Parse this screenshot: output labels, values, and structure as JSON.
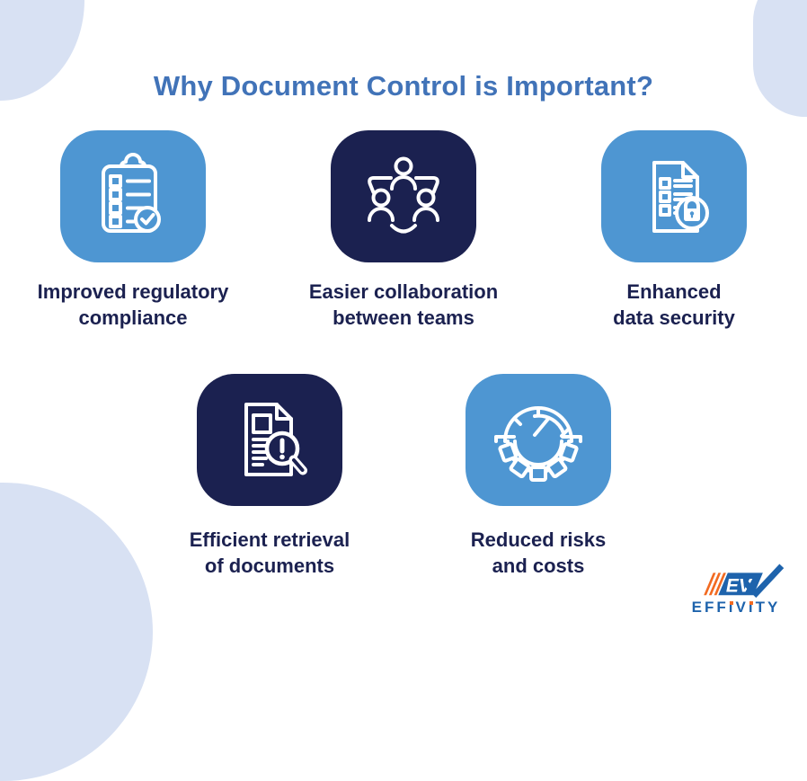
{
  "title": "Why Document Control is Important?",
  "cards": [
    {
      "label": "Improved regulatory\ncompliance",
      "icon": "clipboard-checklist",
      "tone": "light-blue"
    },
    {
      "label": "Easier collaboration\nbetween teams",
      "icon": "team-collaboration",
      "tone": "navy"
    },
    {
      "label": "Enhanced\ndata security",
      "icon": "document-lock",
      "tone": "light-blue"
    },
    {
      "label": "Efficient retrieval\nof documents",
      "icon": "document-search-alert",
      "tone": "navy"
    },
    {
      "label": "Reduced risks\nand costs",
      "icon": "gauge-gear",
      "tone": "light-blue"
    }
  ],
  "logo": {
    "brand": "EFFiViTY",
    "monogram": "EV",
    "brand_segments": [
      "EFF",
      "i",
      "V",
      "i",
      "TY"
    ]
  },
  "colors": {
    "background": "#FFFFFF",
    "title_text": "#4173B8",
    "label_text": "#1B2150",
    "tile_light_blue": "#4E96D2",
    "tile_navy": "#1B2150",
    "icon_stroke": "#FFFFFF",
    "decor_blue": "#D8E1F3",
    "logo_blue": "#1E63AC",
    "logo_orange": "#F26A21"
  }
}
